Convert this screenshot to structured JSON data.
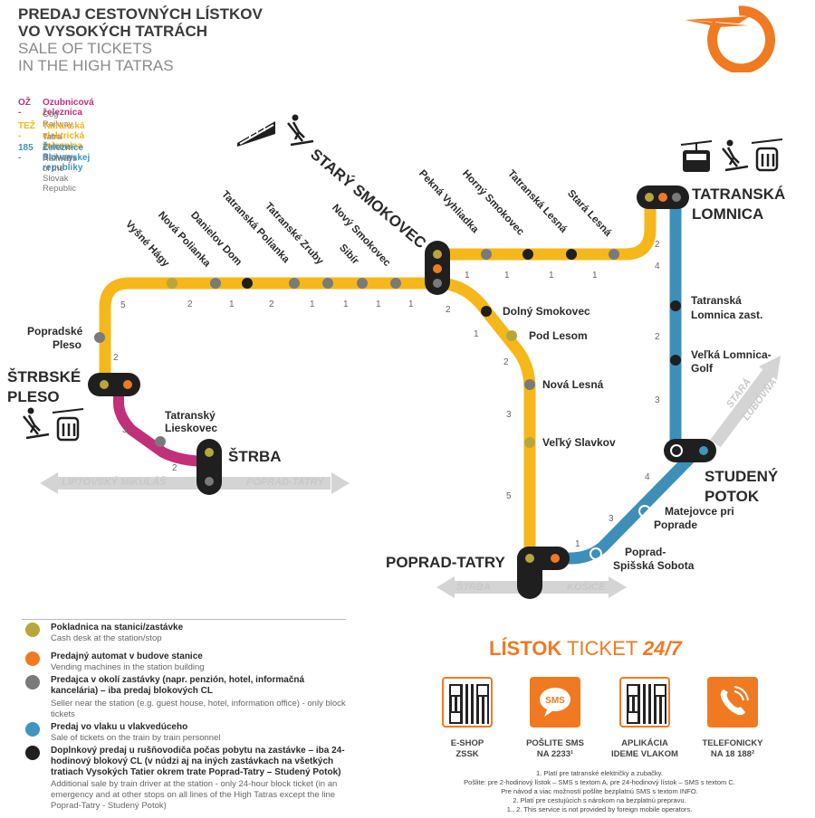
{
  "header": {
    "title_sk_1": "PREDAJ CESTOVNÝCH LÍSTKOV",
    "title_sk_2": "VO VYSOKÝCH TATRÁCH",
    "title_en_1": "SALE OF TICKETS",
    "title_en_2": "IN THE HIGH TATRAS"
  },
  "lines": [
    {
      "code": "OŽ -",
      "name": "Ozubnicová železnica",
      "en": "Cog Railway",
      "color": "#c2307a"
    },
    {
      "code": "TEŽ -",
      "name": "Tatranská elektrická železnica",
      "en": "Tatra Electric Railway",
      "color": "#f3b41b"
    },
    {
      "code": "185 -",
      "name": "Železnice Slovenskej republiky",
      "en": "Railways of the Slovak Republic",
      "color": "#3e95bd"
    }
  ],
  "colors": {
    "yellow": "#f6b71a",
    "magenta": "#c2307a",
    "blue": "#3e8fb8",
    "grey_line": "#d4d4d4",
    "orange": "#f07a22",
    "dark": "#1f1f1f",
    "olive": "#b8a63a",
    "grey_dot": "#7a7a7a"
  },
  "hubs": {
    "stary_smokovec": "STARÝ SMOKOVEC",
    "tatranska_lomnica_1": "TATRANSKÁ",
    "tatranska_lomnica_2": "LOMNICA",
    "strbske_pleso_1": "ŠTRBSKÉ",
    "strbske_pleso_2": "PLESO",
    "strba": "ŠTRBA",
    "poprad_tatry": "POPRAD-TATRY",
    "studeny_potok_1": "STUDENÝ",
    "studeny_potok_2": "POTOK"
  },
  "stations": {
    "diagonal_west": [
      "Vyšné Hágy",
      "Nová Polianka",
      "Danielov Dom",
      "Tatranská Polianka",
      "Tatranské Zruby",
      "Nový Smokovec",
      "Sibír"
    ],
    "diagonal_east": [
      "Pekná Vyhliadka",
      "Horný Smokovec",
      "Tatranská Lesná",
      "Stará Lesná"
    ],
    "popradske_pleso_1": "Popradské",
    "popradske_pleso_2": "Pleso",
    "tatransky_lieskovec_1": "Tatranský",
    "tatransky_lieskovec_2": "Lieskovec",
    "dolny_smokovec": "Dolný Smokovec",
    "pod_lesom": "Pod Lesom",
    "nova_lesna": "Nová Lesná",
    "velky_slavkov": "Veľký Slavkov",
    "tl_zast_1": "Tatranská",
    "tl_zast_2": "Lomnica zast.",
    "velka_lomnica_1": "Veľká Lomnica-",
    "velka_lomnica_2": "Golf",
    "matejovce_1": "Matejovce pri",
    "matejovce_2": "Poprade",
    "spisska_sobota_1": "Poprad-",
    "spisska_sobota_2": "Spišská Sobota"
  },
  "directions": {
    "liptovsky": "LIPTOVSKÝ MIKULÁŠ",
    "poprad_tatry": "POPRAD-TATRY",
    "strba": "ŠTRBA",
    "kosice": "KOŠICE",
    "stara_lubovna_1": "STARÁ",
    "stara_lubovna_2": "ĽUBOVŇA"
  },
  "zone_numbers": {
    "top_west": [
      "2",
      "1",
      "2",
      "1",
      "1",
      "1",
      "1"
    ],
    "top_east": [
      "1",
      "1",
      "1",
      "1"
    ],
    "left": [
      "5",
      "2",
      "3",
      "2"
    ],
    "mid": [
      "2",
      "1",
      "2",
      "3",
      "5"
    ],
    "right": [
      "2",
      "4",
      "2",
      "3"
    ],
    "bottom": [
      "4",
      "3",
      "1"
    ]
  },
  "legend": [
    {
      "title": "Pokladnica na stanici/zastávke",
      "text": "Cash desk at the station/stop",
      "color": "#b8a63a"
    },
    {
      "title": "Predajný automat v budove stanice",
      "text": "Vending machines in the station building",
      "color": "#f07a22"
    },
    {
      "title": "Predajca v okolí zastávky (napr. penzión, hotel, informačná kancelária) – iba predaj blokových CL",
      "text": "Seller near the station (e.g. guest house, hotel, information office) - only block tickets",
      "color": "#7a7a7a"
    },
    {
      "title": "Predaj vo vlaku u vlakvedúceho",
      "text": "Sale of tickets on the train by train personnel",
      "color": "#3e95bd"
    },
    {
      "title": "Doplnkový predaj u rušňovodiča počas pobytu na zastávke – iba 24-hodinový blokový CL (v núdzi aj na iných zastávkach na všetkých tratiach Vysokých Tatier okrem trate Poprad-Tatry – Studený Potok)",
      "text": "Additional sale by train driver at the station - only 24-hour block ticket (in an emergency and at other stops on all lines of the High Tatras except the line Poprad-Tatry - Studený Potok)",
      "color": "#1f1f1f"
    }
  ],
  "ticket": {
    "word_bold": "LÍSTOK",
    "word_light": "TICKET",
    "suffix": "24/7",
    "options": [
      {
        "label_1": "E-SHOP",
        "label_2": "ZSSK",
        "icon": "qr-code-icon"
      },
      {
        "label_1": "POŠLITE SMS",
        "label_2": "NA 2233¹",
        "icon": "sms-icon",
        "icon_text": "SMS"
      },
      {
        "label_1": "APLIKÁCIA",
        "label_2": "IDEME VLAKOM",
        "icon": "qr-code-icon"
      },
      {
        "label_1": "TELEFONICKY",
        "label_2": "NA 18 188²",
        "icon": "phone-icon"
      }
    ],
    "notes": [
      "1. Platí pre tatranské električky a zubačky.",
      "Pošlite: pre 2-hodinový lístok – SMS s textom A, pre 24-hodinový lístok – SMS s textom C.",
      "Pre návod a viac možností pošlite bezplatnú SMS s textom INFO.",
      "2. Platí pre cestujúcich s nárokom na bezplatnú prepravu.",
      "1., 2. This service is not provided by foreign mobile operators."
    ]
  }
}
